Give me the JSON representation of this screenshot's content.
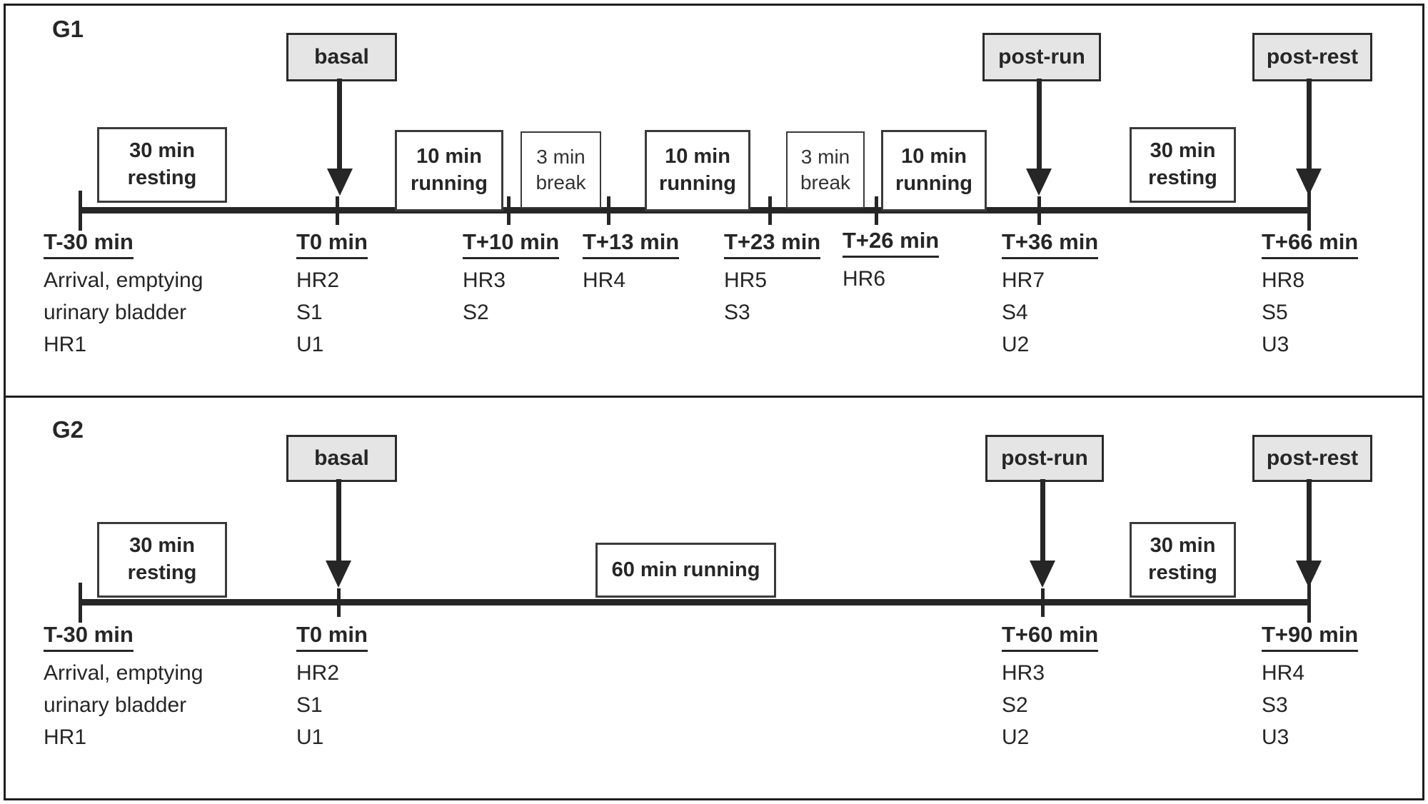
{
  "figure": {
    "colors": {
      "ink": "#262626",
      "sample_box_fill": "#e5e5e5",
      "background": "#ffffff"
    },
    "panels": [
      {
        "group_label": "G1",
        "sample_boxes": [
          {
            "label": "basal"
          },
          {
            "label": "post-run"
          },
          {
            "label": "post-rest"
          }
        ],
        "activity_boxes": [
          {
            "l1": "30 min",
            "l2": "resting"
          },
          {
            "l1": "10 min",
            "l2": "running"
          },
          {
            "l1": "3 min",
            "l2": "break"
          },
          {
            "l1": "10 min",
            "l2": "running"
          },
          {
            "l1": "3 min",
            "l2": "break"
          },
          {
            "l1": "10 min",
            "l2": "running"
          },
          {
            "l1": "30 min",
            "l2": "resting"
          }
        ],
        "timepoints": [
          {
            "time": "T-30 min",
            "lines": [
              "Arrival, emptying",
              "urinary bladder",
              "HR1"
            ]
          },
          {
            "time": "T0 min",
            "lines": [
              "HR2",
              "S1",
              "U1"
            ]
          },
          {
            "time": "T+10 min",
            "lines": [
              "HR3",
              "S2"
            ]
          },
          {
            "time": "T+13 min",
            "lines": [
              "HR4"
            ]
          },
          {
            "time": "T+23 min",
            "lines": [
              "HR5",
              "S3"
            ]
          },
          {
            "time": "T+26 min",
            "lines": [
              "HR6"
            ]
          },
          {
            "time": "T+36 min",
            "lines": [
              "HR7",
              "S4",
              "U2"
            ]
          },
          {
            "time": "T+66 min",
            "lines": [
              "HR8",
              "S5",
              "U3"
            ]
          }
        ]
      },
      {
        "group_label": "G2",
        "sample_boxes": [
          {
            "label": "basal"
          },
          {
            "label": "post-run"
          },
          {
            "label": "post-rest"
          }
        ],
        "activity_boxes": [
          {
            "l1": "30 min",
            "l2": "resting"
          },
          {
            "l1": "60 min running"
          },
          {
            "l1": "30 min",
            "l2": "resting"
          }
        ],
        "timepoints": [
          {
            "time": "T-30 min",
            "lines": [
              "Arrival, emptying",
              "urinary bladder",
              "HR1"
            ]
          },
          {
            "time": "T0 min",
            "lines": [
              "HR2",
              "S1",
              "U1"
            ]
          },
          {
            "time": "T+60 min",
            "lines": [
              "HR3",
              "S2",
              "U2"
            ]
          },
          {
            "time": "T+90 min",
            "lines": [
              "HR4",
              "S3",
              "U3"
            ]
          }
        ]
      }
    ]
  }
}
